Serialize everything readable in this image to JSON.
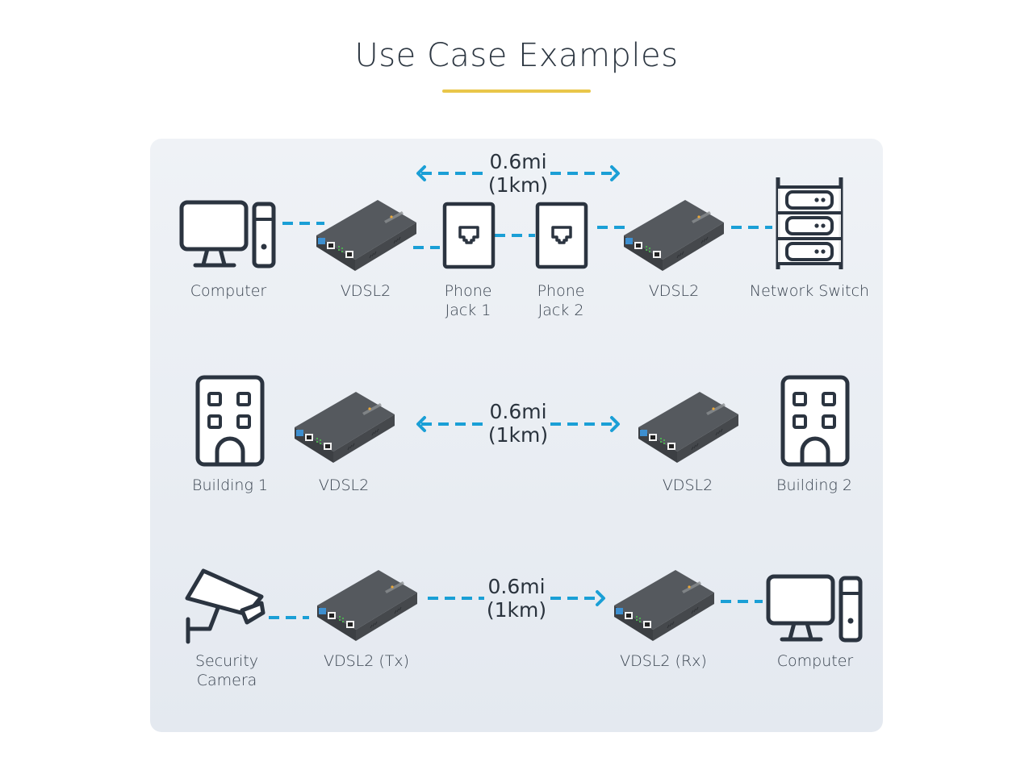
{
  "title": "Use Case Examples",
  "colors": {
    "accent_underline": "#e9c64a",
    "link_line": "#1a9fd6",
    "icon_stroke": "#2b3440",
    "device_body": "#4b4f54"
  },
  "rows": [
    {
      "distance": {
        "line1": "0.6mi",
        "line2": "(1km)",
        "direction": "bidirectional"
      },
      "nodes": [
        {
          "icon": "computer-icon",
          "label": "Computer"
        },
        {
          "icon": "vdsl2-device-icon",
          "label": "VDSL2"
        },
        {
          "icon": "phone-jack-icon",
          "label_line1": "Phone",
          "label_line2": "Jack 1"
        },
        {
          "icon": "phone-jack-icon",
          "label_line1": "Phone",
          "label_line2": "Jack 2"
        },
        {
          "icon": "vdsl2-device-icon",
          "label": "VDSL2"
        },
        {
          "icon": "network-switch-icon",
          "label": "Network Switch"
        }
      ]
    },
    {
      "distance": {
        "line1": "0.6mi",
        "line2": "(1km)",
        "direction": "bidirectional"
      },
      "nodes": [
        {
          "icon": "building-icon",
          "label": "Building 1"
        },
        {
          "icon": "vdsl2-device-icon",
          "label": "VDSL2"
        },
        {
          "icon": "vdsl2-device-icon",
          "label": "VDSL2"
        },
        {
          "icon": "building-icon",
          "label": "Building 2"
        }
      ]
    },
    {
      "distance": {
        "line1": "0.6mi",
        "line2": "(1km)",
        "direction": "one-way"
      },
      "nodes": [
        {
          "icon": "security-camera-icon",
          "label_line1": "Security",
          "label_line2": "Camera"
        },
        {
          "icon": "vdsl2-device-icon",
          "label": "VDSL2 (Tx)"
        },
        {
          "icon": "vdsl2-device-icon",
          "label": "VDSL2 (Rx)"
        },
        {
          "icon": "computer-icon",
          "label": "Computer"
        }
      ]
    }
  ]
}
